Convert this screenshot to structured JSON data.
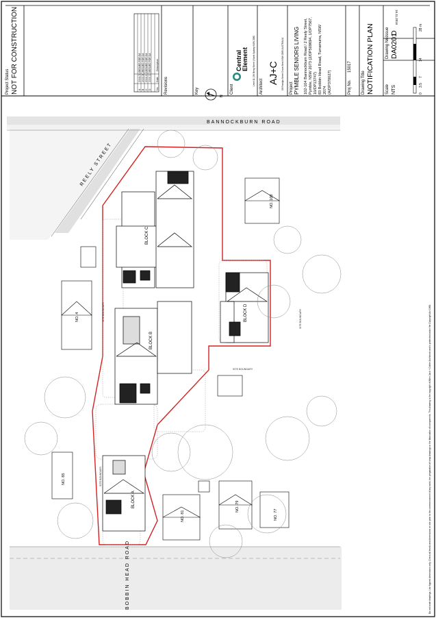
{
  "title_block": {
    "project_status_label": "Project Status",
    "project_status": "NOT FOR CONSTRUCTION",
    "revisions_label": "Revisions",
    "revision_rows": [
      {
        "rev": "A",
        "date": "2016.07.05",
        "desc": "ISSUED FOR DA"
      },
      {
        "rev": "B",
        "date": "2016.08.19",
        "desc": "ISSUED FOR DA"
      },
      {
        "rev": "C",
        "date": "2016.10.21",
        "desc": "ISSUED FOR DA"
      },
      {
        "rev": "D",
        "date": "2016.11.04",
        "desc": "ISSUED FOR DA"
      }
    ],
    "revision_headers": [
      "No",
      "Date",
      "Description"
    ],
    "key_label": "Key",
    "north_label": "N",
    "client_label": "Client",
    "client_name_line1": "Central",
    "client_name_line2": "Element",
    "client_address": "Level 11 | 56 Berry Street | North Sydney NSW 2060",
    "architect_label": "Architect",
    "architect_logo": "AJ+C",
    "architect_address": "18 Rosslyn Street Crows Nest NSW 2065 AUSTRALIA",
    "project_label": "Project",
    "project_name": "PYMBLE SENIORS LIVING",
    "project_address_1": "102-104 Bannockburn Road / 2 Reely Street,",
    "project_address_2": "Pymble, NSW 2073 (2/DP509694, 1/DP7567,",
    "project_address_3": "10/DP13747)",
    "project_address_4": "83 Bobbin Head Road, Turramurra, NSW",
    "project_address_5": "2074",
    "project_address_6": "(A/DP370027)",
    "proj_no_label": "Proj No.",
    "proj_no": "15017",
    "drawing_title_label": "Drawing Title",
    "drawing_title": "NOTIFICATION PLAN",
    "scale_label": "Scale",
    "scale_value": "NTS",
    "drawing_no_label": "Drawing No.",
    "drawing_no": "DA0201",
    "issue_label": "Issue",
    "issue": "D",
    "scale_bar_labels": [
      "0",
      "3.5",
      "7",
      "14",
      "28 m"
    ],
    "plot_date": "16.11.2016",
    "disclaimer": "Do not scale drawings. Use figured dimensions only. Check all levels and dimensions on site prior to the commencement of any work, the preparation of shop drawings or the fabrication of components. This drawing is the copyright of Allen Jack + Cottier Architects and is protected under the Copyright Act 1968."
  },
  "plan": {
    "road_north": "BANNOCKBURN ROAD",
    "road_west": "REELY STREET",
    "road_south": "BOBBIN HEAD ROAD",
    "block_a": "BLOCK A",
    "block_b": "BLOCK B",
    "block_c": "BLOCK C",
    "block_d": "BLOCK D",
    "no_4": "NO. 4",
    "no_85": "NO. 85",
    "no_81": "NO. 81",
    "no_79": "NO. 79",
    "no_77": "NO. 77",
    "no_100": "NO. 100",
    "site_boundary": "SITE BOUNDARY"
  }
}
